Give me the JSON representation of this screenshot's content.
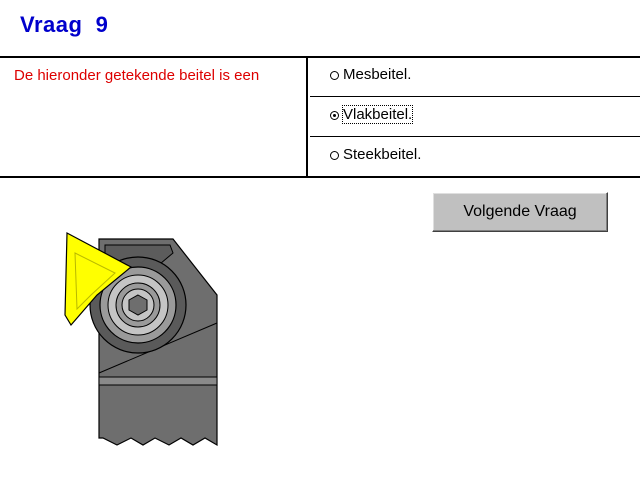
{
  "header": {
    "title": "Vraag  9"
  },
  "question": {
    "text": "De hieronder getekende beitel is een"
  },
  "options": [
    {
      "label": "Mesbeitel.",
      "selected": false
    },
    {
      "label": "Vlakbeitel.",
      "selected": true
    },
    {
      "label": "Steekbeitel.",
      "selected": false
    }
  ],
  "next_button": {
    "label": "Volgende Vraag"
  },
  "colors": {
    "title": "#0000cc",
    "question": "#dd0000",
    "insert": "#ffff00",
    "holder": "#6e6e6e",
    "button": "#c0c0c0"
  },
  "illustration": {
    "icon": "turning-tool-icon"
  }
}
